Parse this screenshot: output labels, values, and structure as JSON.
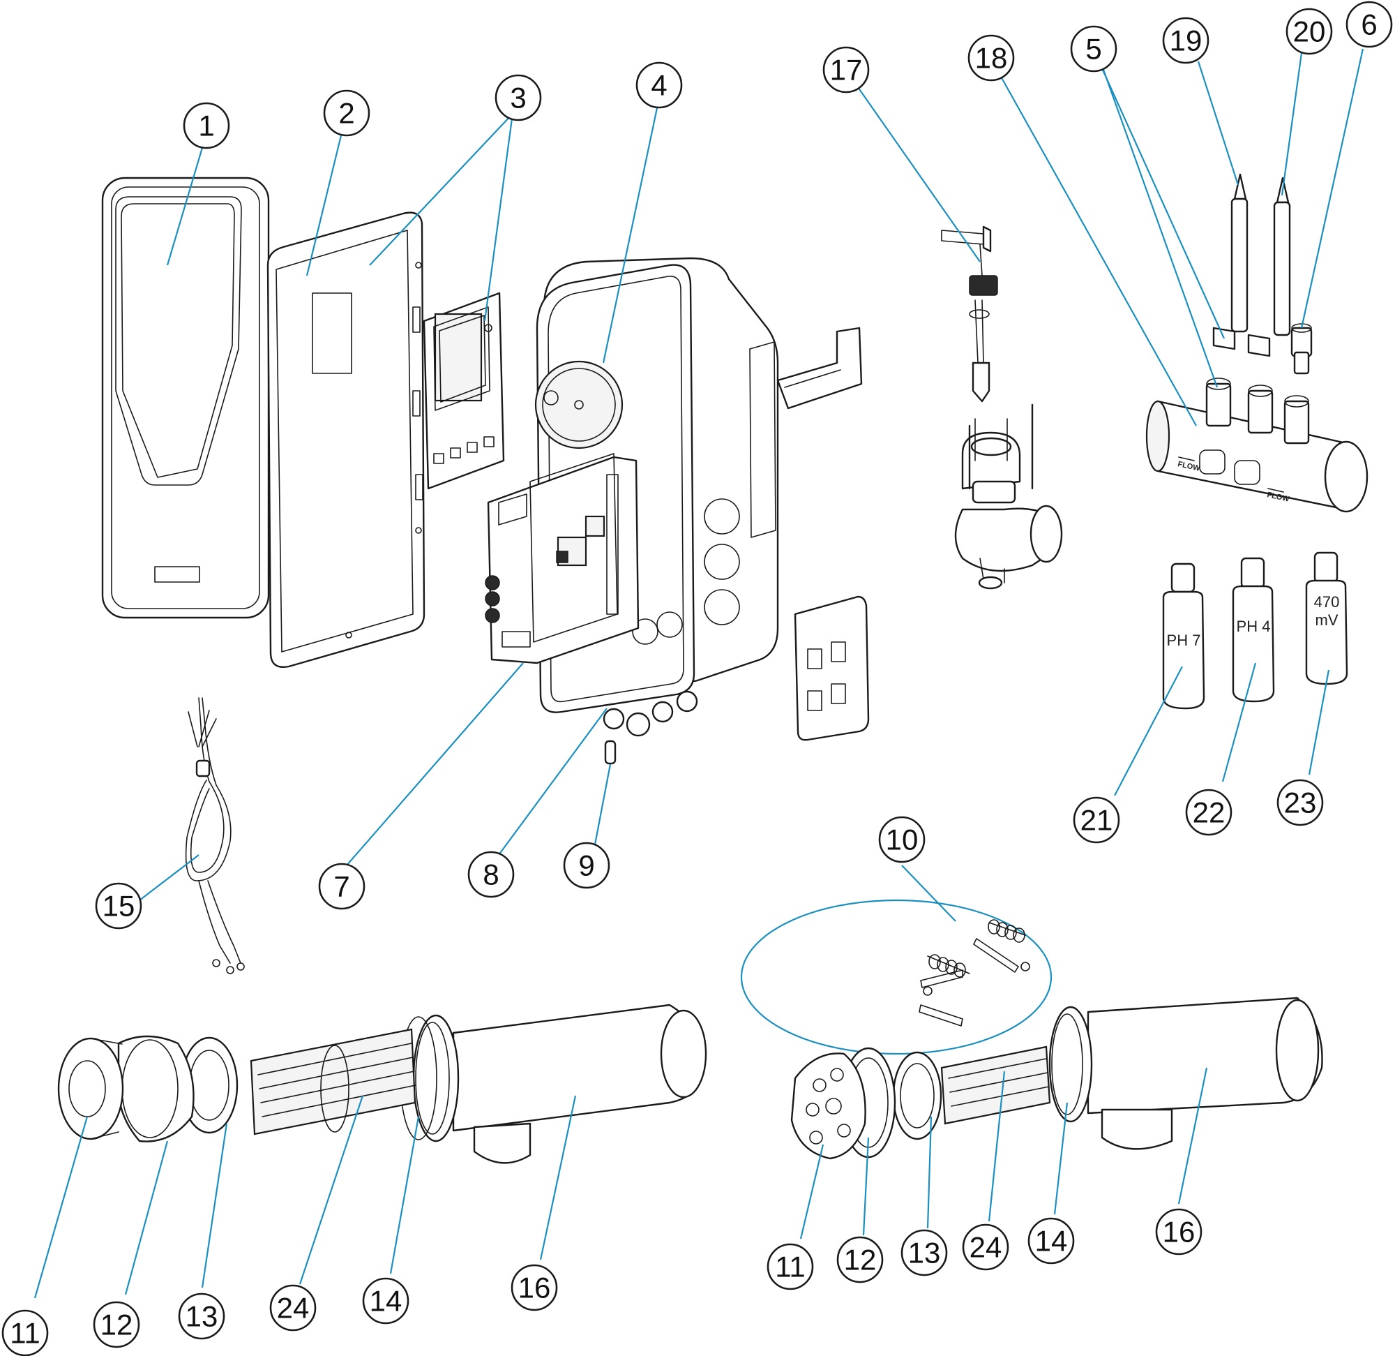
{
  "callouts": [
    {
      "id": "c1",
      "number": "1"
    },
    {
      "id": "c2",
      "number": "2"
    },
    {
      "id": "c3",
      "number": "3"
    },
    {
      "id": "c4",
      "number": "4"
    },
    {
      "id": "c5",
      "number": "5"
    },
    {
      "id": "c6",
      "number": "6"
    },
    {
      "id": "c7",
      "number": "7"
    },
    {
      "id": "c8",
      "number": "8"
    },
    {
      "id": "c9",
      "number": "9"
    },
    {
      "id": "c10",
      "number": "10"
    },
    {
      "id": "c11a",
      "number": "11"
    },
    {
      "id": "c12a",
      "number": "12"
    },
    {
      "id": "c13a",
      "number": "13"
    },
    {
      "id": "c24a",
      "number": "24"
    },
    {
      "id": "c14a",
      "number": "14"
    },
    {
      "id": "c16a",
      "number": "16"
    },
    {
      "id": "c15",
      "number": "15"
    },
    {
      "id": "c17",
      "number": "17"
    },
    {
      "id": "c18",
      "number": "18"
    },
    {
      "id": "c19",
      "number": "19"
    },
    {
      "id": "c20",
      "number": "20"
    },
    {
      "id": "c21",
      "number": "21"
    },
    {
      "id": "c22",
      "number": "22"
    },
    {
      "id": "c23",
      "number": "23"
    },
    {
      "id": "c11b",
      "number": "11"
    },
    {
      "id": "c12b",
      "number": "12"
    },
    {
      "id": "c13b",
      "number": "13"
    },
    {
      "id": "c24b",
      "number": "24"
    },
    {
      "id": "c14b",
      "number": "14"
    },
    {
      "id": "c16b",
      "number": "16"
    }
  ],
  "bottle_labels": {
    "ph7": "PH 7",
    "ph4": "PH 4",
    "orp_value": "470",
    "orp_unit": "mV"
  },
  "flow_label": "FLOW",
  "colors": {
    "leader": "#1a8fc0",
    "outline": "#1a1a1a"
  }
}
